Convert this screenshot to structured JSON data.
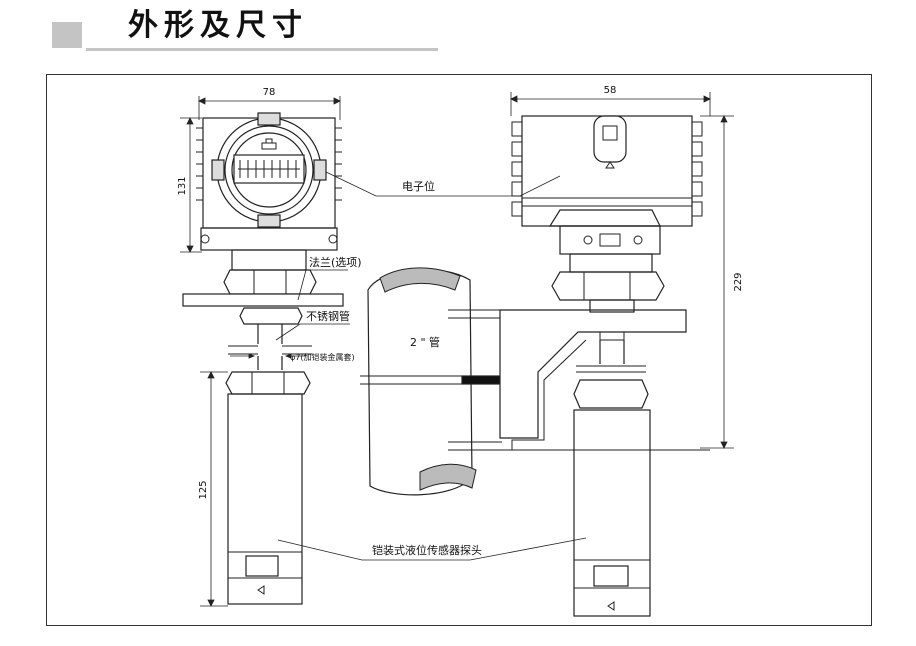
{
  "header": {
    "title": "外形及尺寸"
  },
  "dimensions": {
    "width_front": "78",
    "width_side": "58",
    "height_head": "131",
    "height_total": "229",
    "height_probe": "125"
  },
  "callouts": {
    "electronics": "电子位",
    "flange": "法兰(选项)",
    "stainless_tube": "不锈钢管",
    "armor_note": "φ7(加铠装金属套)",
    "pipe": "2 \" 管",
    "probe": "铠装式液位传感器探头"
  },
  "colors": {
    "accent_gray": "#c4c4c4",
    "line": "#222222"
  }
}
